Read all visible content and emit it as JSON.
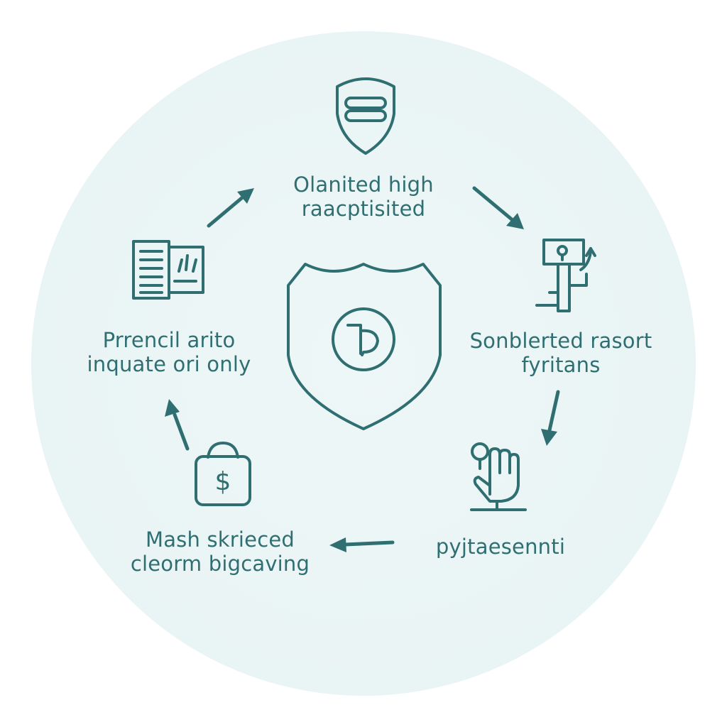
{
  "colors": {
    "stroke": "#2f6f72",
    "background_disc": "#e9f4f4",
    "page": "#ffffff"
  },
  "icons": {
    "top": "shield-badge-icon",
    "right": "lamp-post-icon",
    "bottom_right": "raised-hand-icon",
    "bottom_left": "money-bag-icon",
    "left": "document-panel-icon",
    "center": "shield-coin-icon"
  },
  "steps": {
    "top": {
      "line1": "Olanited high",
      "line2": "raacptisited"
    },
    "right": {
      "line1": "Sonblerted rasort",
      "line2": "fyritans"
    },
    "bottom_right": {
      "line1": "pyjtaesennti"
    },
    "bottom_left": {
      "line1": "Mash skrieced",
      "line2": "cleorm bigcaving"
    },
    "left": {
      "line1": "Prrencil arito",
      "line2": "inquate ori only"
    }
  }
}
